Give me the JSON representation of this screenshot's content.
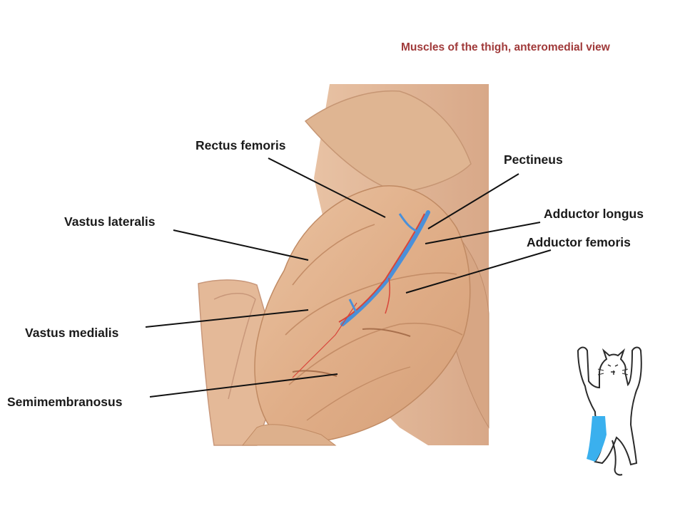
{
  "title": "Muscles of the thigh, anteromedial view",
  "colors": {
    "title": "#a03a3a",
    "leader_lines": "#111111",
    "muscle": "#e3b48f",
    "muscle_shadow": "#c98d66",
    "vein": "#4a90d9",
    "artery": "#d8453a",
    "highlight": "#3ab0ee"
  },
  "labels": [
    {
      "id": "rectus-femoris",
      "text": "Rectus femoris"
    },
    {
      "id": "pectineus",
      "text": "Pectineus"
    },
    {
      "id": "vastus-lateralis",
      "text": "Vastus lateralis"
    },
    {
      "id": "adductor-longus",
      "text": "Adductor longus"
    },
    {
      "id": "adductor-femoris",
      "text": "Adductor femoris"
    },
    {
      "id": "vastus-medialis",
      "text": "Vastus medialis"
    },
    {
      "id": "semimembranosus",
      "text": "Semimembranosus"
    }
  ],
  "inset": {
    "icon": "cat-silhouette-icon",
    "highlighted_region": "left-thigh"
  }
}
